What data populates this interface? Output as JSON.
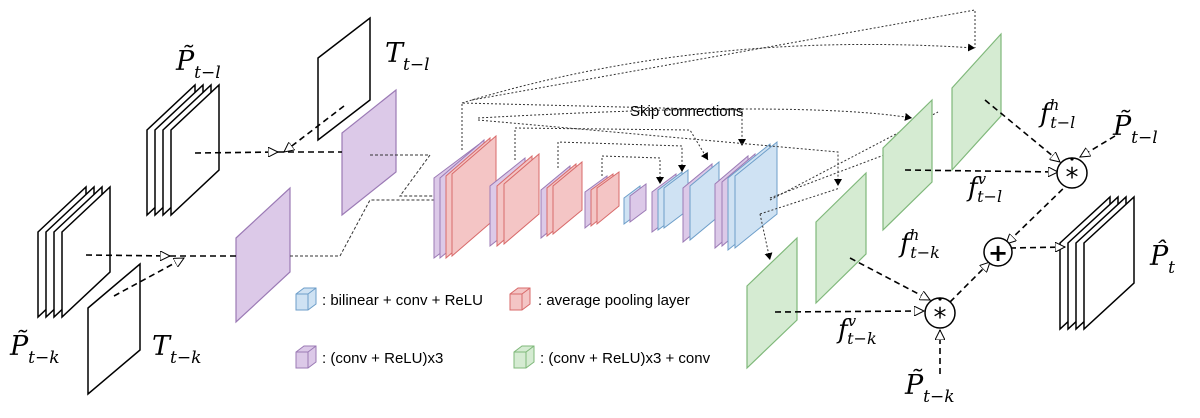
{
  "colors": {
    "blue": "#cfe2f3",
    "blue_edge": "#6d9ec9",
    "red": "#f4c5c5",
    "red_edge": "#d86a6a",
    "purple": "#dcc9e8",
    "purple_edge": "#9b7ab5",
    "green": "#d5ebd2",
    "green_edge": "#7fb87a"
  },
  "labels": {
    "skip_connections": "Skip connections"
  },
  "legend": {
    "blue": ": bilinear + conv + ReLU",
    "red": ": average pooling layer",
    "purple": ": (conv + ReLU)x3",
    "green": ": (conv + ReLU)x3 + conv"
  },
  "math": {
    "P_tilde_t_l": {
      "base": "P̃",
      "sub": "t−l"
    },
    "T_t_l": {
      "base": "T",
      "sub": "t−l"
    },
    "P_tilde_t_k": {
      "base": "P̃",
      "sub": "t−k"
    },
    "T_t_k": {
      "base": "T",
      "sub": "t−k"
    },
    "f_h_t_l": {
      "base": "f",
      "sup": "h",
      "sub": "t−l"
    },
    "f_v_t_l": {
      "base": "f",
      "sup": "v",
      "sub": "t−l"
    },
    "f_h_t_k": {
      "base": "f",
      "sup": "h",
      "sub": "t−k"
    },
    "f_v_t_k": {
      "base": "f",
      "sup": "v",
      "sub": "t−k"
    },
    "P_tilde_t_l_right": {
      "base": "P̃",
      "sub": "t−l"
    },
    "P_tilde_t_k_bottom": {
      "base": "P̃",
      "sub": "t−k"
    },
    "P_hat_t": {
      "base": "P̂",
      "sub": "t"
    }
  },
  "operators": {
    "conv_symbol": "*",
    "plus_symbol": "+"
  }
}
